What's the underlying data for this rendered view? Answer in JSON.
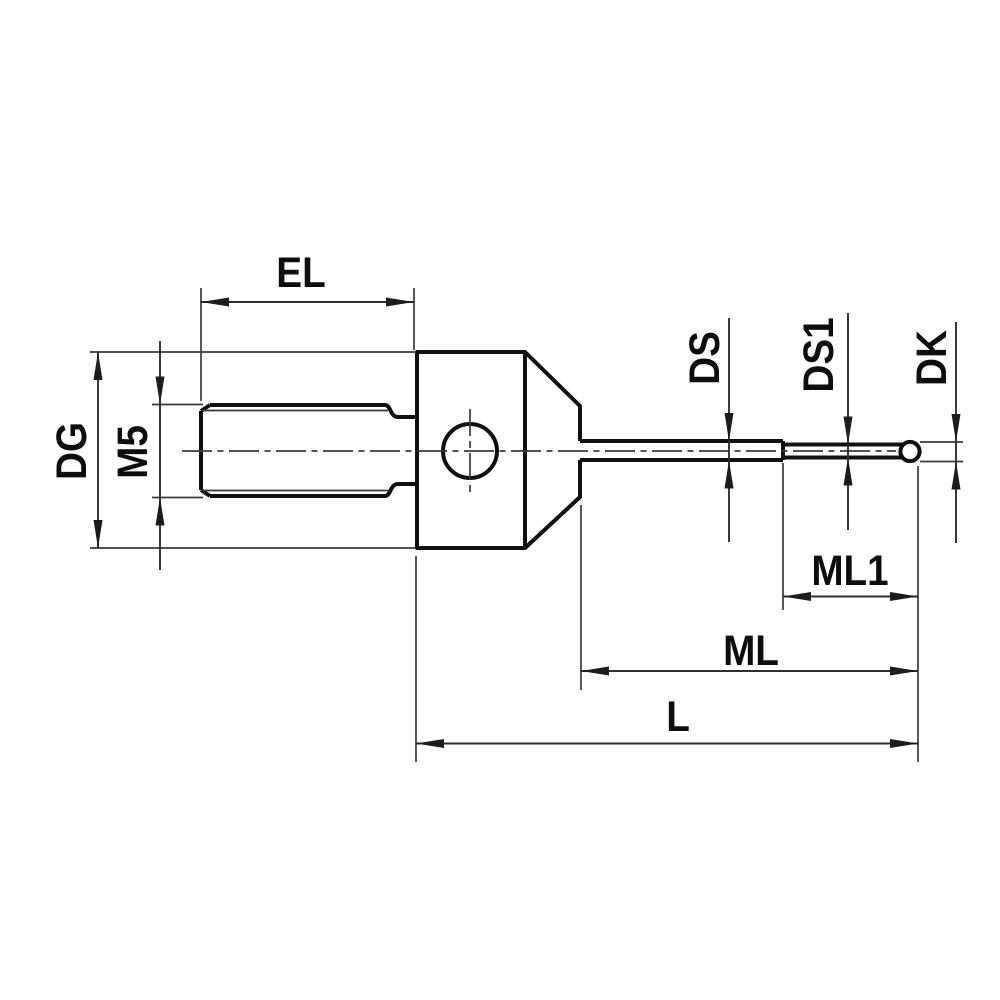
{
  "canvas": {
    "background": "#ffffff",
    "ink": "#101010",
    "thin_line": "#3a3a3a",
    "description": "Black-on-white dimensioned engineering drawing: M5 threaded shank, cylindrical body with cross hole, conical neck, stepped stem and ball tip"
  },
  "drawing": {
    "labels": {
      "el": "EL",
      "dg": "DG",
      "m5": "M5",
      "ds": "DS",
      "ds1": "DS1",
      "dk": "DK",
      "ml1": "ML1",
      "ml": "ML",
      "l": "L"
    }
  }
}
